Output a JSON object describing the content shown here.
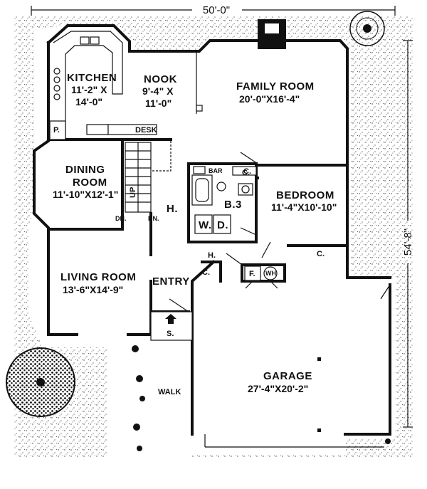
{
  "overall_width": "50'-0\"",
  "overall_depth": "54'-8\"",
  "rooms": {
    "kitchen": {
      "name": "KITCHEN",
      "dim1": "11'-2\" X",
      "dim2": "14'-0\""
    },
    "nook": {
      "name": "NOOK",
      "dim1": "9'-4\" X",
      "dim2": "11'-0\""
    },
    "family": {
      "name": "FAMILY ROOM",
      "dim": "20'-0\"X16'-4\""
    },
    "dining": {
      "name1": "DINING",
      "name2": "ROOM",
      "dim": "11'-10\"X12'-1\""
    },
    "bedroom": {
      "name": "BEDROOM",
      "dim": "11'-4\"X10'-10\""
    },
    "living": {
      "name": "LIVING ROOM",
      "dim": "13'-6\"X14'-9\""
    },
    "garage": {
      "name": "GARAGE",
      "dim": "27'-4\"X20'-2\""
    }
  },
  "labels": {
    "desk": "DESK",
    "pantry": "P.",
    "bar": "BAR",
    "closet": "C.",
    "bath": "B.3",
    "washer": "W.",
    "dryer": "D.",
    "hall": "H.",
    "up": "UP",
    "down": "DN.",
    "furnace": "F.",
    "water_heater": "WH",
    "entry": "ENTRY",
    "storage": "S.",
    "walk": "WALK"
  }
}
